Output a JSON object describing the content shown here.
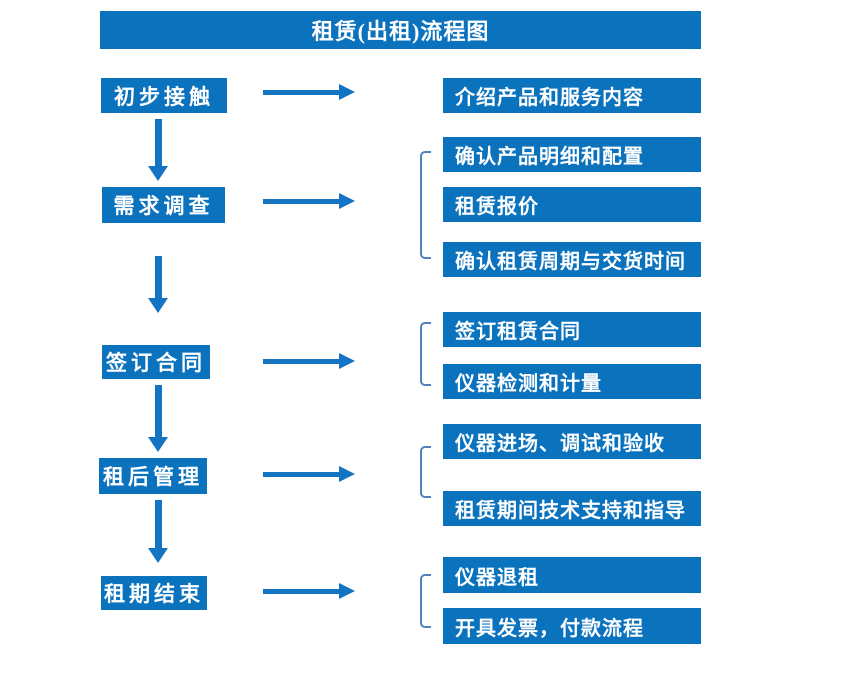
{
  "title": "租赁(出租)流程图",
  "steps": [
    {
      "label": "初步接触"
    },
    {
      "label": "需求调查"
    },
    {
      "label": "签订合同"
    },
    {
      "label": "租后管理"
    },
    {
      "label": "租期结束"
    }
  ],
  "details": [
    {
      "label": "介绍产品和服务内容"
    },
    {
      "label": "确认产品明细和配置"
    },
    {
      "label": "租赁报价"
    },
    {
      "label": "确认租赁周期与交货时间"
    },
    {
      "label": "签订租赁合同"
    },
    {
      "label": "仪器检测和计量"
    },
    {
      "label": "仪器进场、调试和验收"
    },
    {
      "label": "租赁期间技术支持和指导"
    },
    {
      "label": "仪器退租"
    },
    {
      "label": "开具发票，付款流程"
    }
  ],
  "icons": {
    "right-arrow-icon": "css-triangle-right",
    "down-arrow-icon": "css-triangle-down",
    "group-bracket-icon": "css-rounded-left-bracket"
  },
  "colors": {
    "box_blue": "#0b72be",
    "arrow_blue": "#1274c2",
    "bracket_blue": "#4f81bd",
    "text_white": "#ffffff",
    "background": "#ffffff"
  }
}
